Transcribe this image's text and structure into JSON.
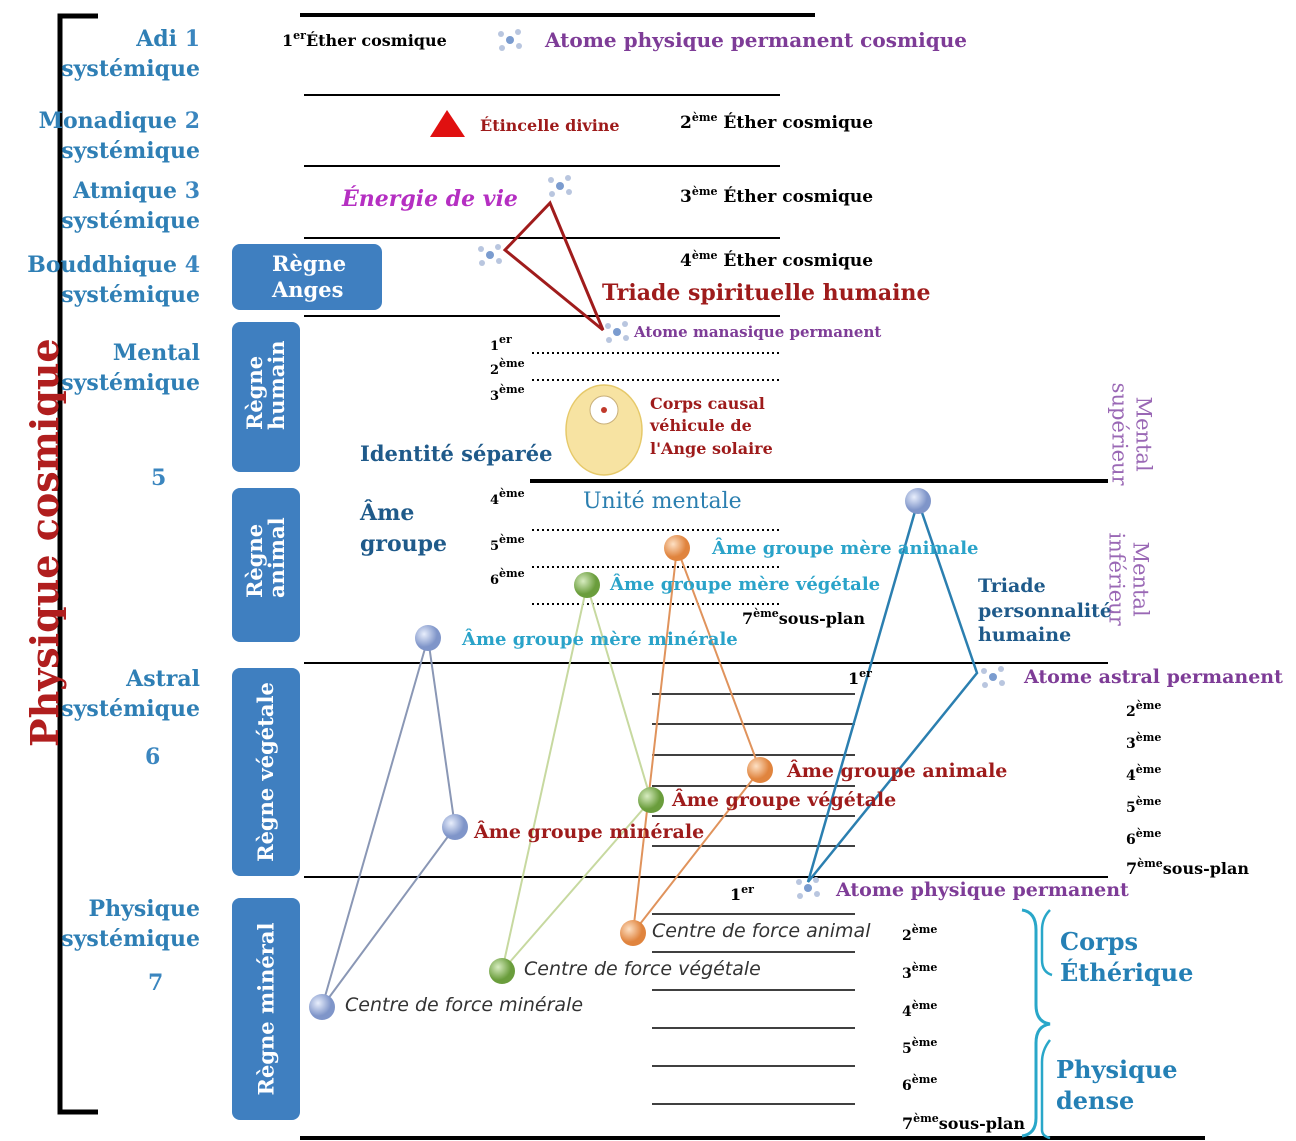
{
  "side_title": "Physique cosmique",
  "planes": {
    "adi": {
      "name": "Adi",
      "num": "1",
      "sub": "systémique"
    },
    "monadique": {
      "name": "Monadique",
      "num": "2",
      "sub": "systémique"
    },
    "atmique": {
      "name": "Atmique",
      "num": "3",
      "sub": "systémique"
    },
    "bouddhique": {
      "name": "Bouddhique",
      "num": "4",
      "sub": "systémique"
    },
    "mental": {
      "name": "Mental",
      "sub": "systémique",
      "num": "5"
    },
    "astral": {
      "name": "Astral",
      "sub": "systémique",
      "num": "6"
    },
    "physique": {
      "name": "Physique",
      "sub": "systémique",
      "num": "7"
    }
  },
  "regnes": {
    "anges": "Règne Anges",
    "humain": "Règne humain",
    "animal": "Règne animal",
    "vegetale": "Règne végétale",
    "mineral": "Règne minéral"
  },
  "ethers": {
    "e1": {
      "sup": "er",
      "pre": "1",
      "text": "Éther cosmique"
    },
    "e2": {
      "pre": "2",
      "sup": "ème",
      "text": "Éther cosmique"
    },
    "e3": {
      "pre": "3",
      "sup": "ème",
      "text": "Éther cosmique"
    },
    "e4": {
      "pre": "4",
      "sup": "ème",
      "text": "Éther cosmique"
    }
  },
  "labels": {
    "atome_cosmique": "Atome physique permanent cosmique",
    "etincelle": "Étincelle divine",
    "energie": "Énergie de vie",
    "triade_spirituelle": "Triade spirituelle humaine",
    "atome_manasique": "Atome manasique permanent",
    "corps_causal": "Corps causal",
    "corps_causal2": "véhicule de",
    "corps_causal3": "l'Ange solaire",
    "identite": "Identité séparée",
    "ame_groupe1": "Âme",
    "ame_groupe2": "groupe",
    "unite_mentale": "Unité mentale",
    "mere_animale": "Âme groupe mère animale",
    "mere_vegetale": "Âme groupe mère végétale",
    "mere_minerale": "Âme groupe mère minérale",
    "triade_perso1": "Triade",
    "triade_perso2": "personnalité",
    "triade_perso3": "humaine",
    "atome_astral": "Atome astral permanent",
    "ame_animale": "Âme groupe animale",
    "ame_vegetale": "Âme groupe végétale",
    "ame_minerale": "Âme groupe minérale",
    "atome_physique": "Atome physique permanent",
    "cf_animal": "Centre de force animal",
    "cf_vegetale": "Centre de force végétale",
    "cf_minerale": "Centre de force minérale",
    "corps_etherique1": "Corps",
    "corps_etherique2": "Éthérique",
    "physique_dense1": "Physique",
    "physique_dense2": "dense",
    "mental_sup1": "Mental",
    "mental_sup2": "supérieur",
    "mental_inf1": "Mental",
    "mental_inf2": "inférieur",
    "sous_plan": "sous-plan"
  },
  "subplanes": {
    "mental": [
      {
        "n": "1",
        "s": "er"
      },
      {
        "n": "2",
        "s": "ème"
      },
      {
        "n": "3",
        "s": "ème"
      },
      {
        "n": "4",
        "s": "ème"
      },
      {
        "n": "5",
        "s": "ème"
      },
      {
        "n": "6",
        "s": "ème"
      },
      {
        "n": "7",
        "s": "ème"
      }
    ],
    "astral": [
      {
        "n": "1",
        "s": "er"
      },
      {
        "n": "2",
        "s": "ème"
      },
      {
        "n": "3",
        "s": "ème"
      },
      {
        "n": "4",
        "s": "ème"
      },
      {
        "n": "5",
        "s": "ème"
      },
      {
        "n": "6",
        "s": "ème"
      },
      {
        "n": "7",
        "s": "ème"
      }
    ],
    "physique": [
      {
        "n": "1",
        "s": "er"
      },
      {
        "n": "2",
        "s": "ème"
      },
      {
        "n": "3",
        "s": "ème"
      },
      {
        "n": "4",
        "s": "ème"
      },
      {
        "n": "5",
        "s": "ème"
      },
      {
        "n": "6",
        "s": "ème"
      },
      {
        "n": "7",
        "s": "ème"
      }
    ]
  },
  "colors": {
    "plane_blue": "#2f7fb5",
    "regne_box": "#3f7fc0",
    "purple": "#7e3c97",
    "dark_red": "#9e1b1b",
    "teal": "#2aa3c9",
    "triangle_red": "#a01c1c",
    "triangle_blue": "#2b7fb0",
    "triangle_orange": "#e0935c",
    "triangle_green": "#b8cf8a",
    "triangle_grey": "#8a97b5",
    "brace_cyan": "#29a7c9"
  },
  "icons": {
    "atom": "atom-icon",
    "triangle": "red-triangle-icon",
    "causal_body": "causal-body-icon"
  }
}
